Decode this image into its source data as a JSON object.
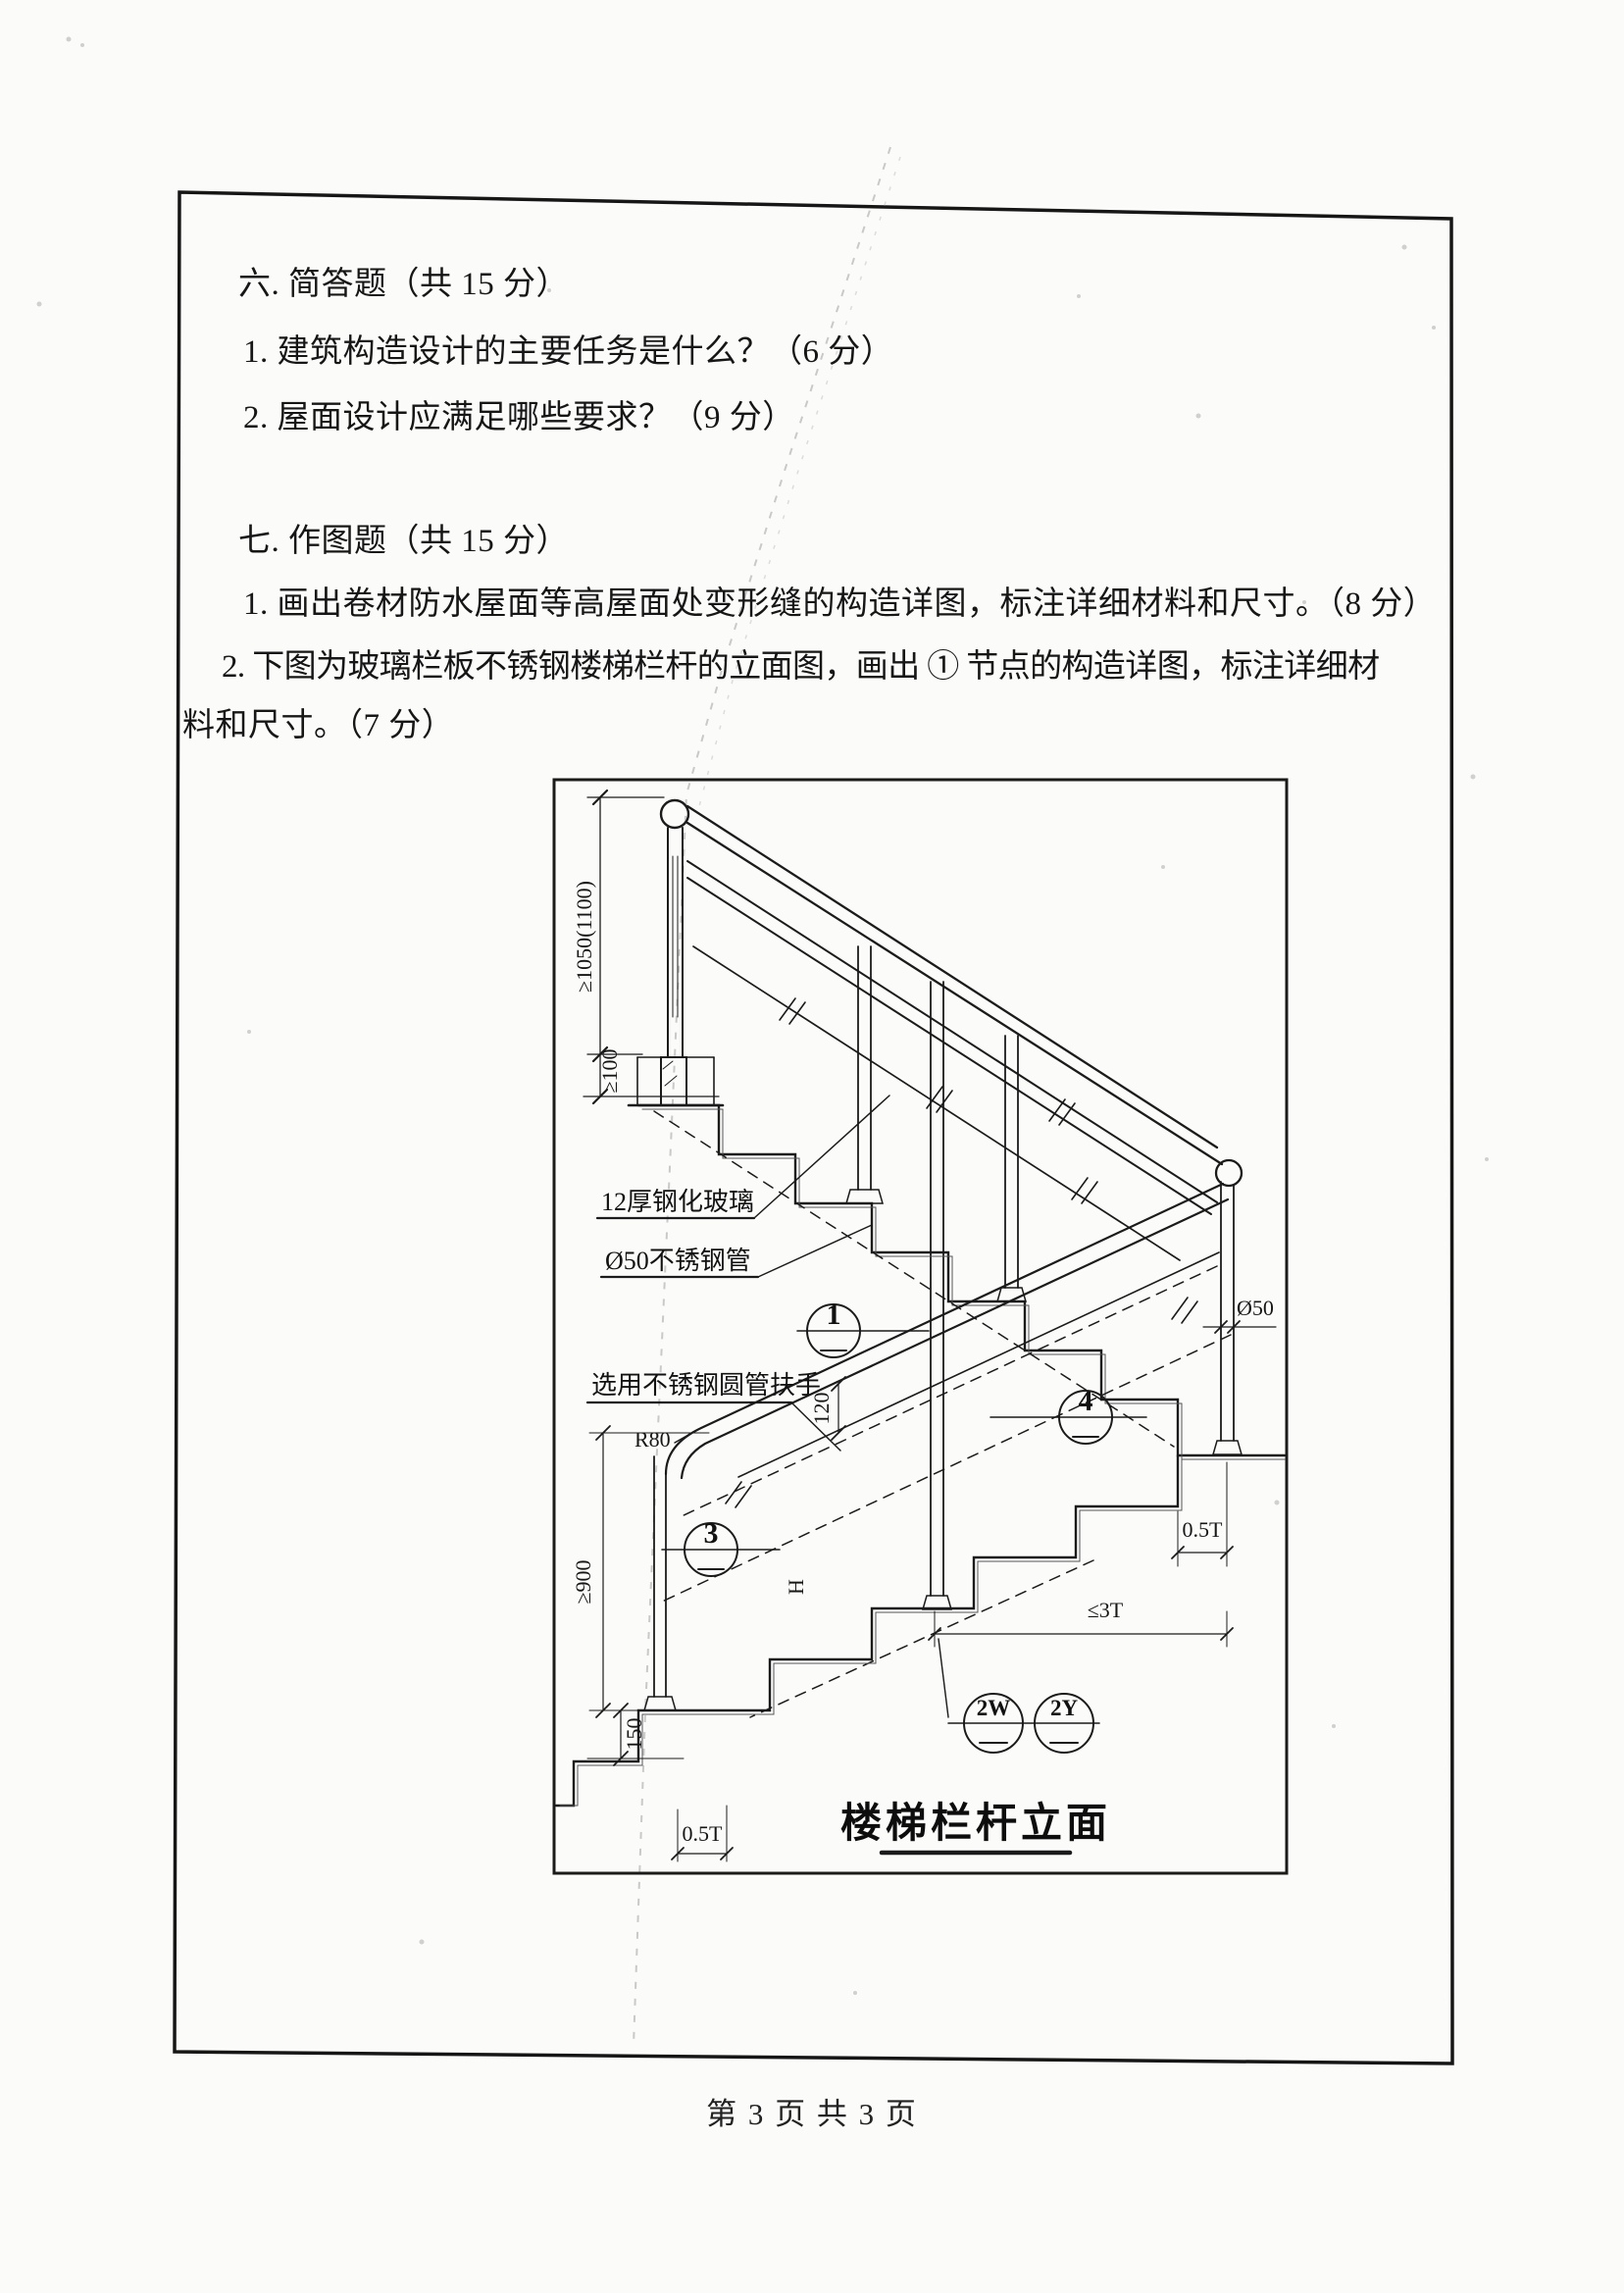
{
  "colors": {
    "ink": "#1b1b1b",
    "paper": "#fbfbfa"
  },
  "sections": {
    "h6": "六. 简答题（共 15 分）",
    "q61": "1. 建筑构造设计的主要任务是什么？（6 分）",
    "q62": "2. 屋面设计应满足哪些要求？（9 分）",
    "h7": "七. 作图题（共 15 分）",
    "q71": "1. 画出卷材防水屋面等高屋面处变形缝的构造详图，标注详细材料和尺寸。（8 分）",
    "q72a": "2. 下图为玻璃栏板不锈钢楼梯栏杆的立面图，画出 ① 节点的构造详图，标注详细材",
    "q72b": "料和尺寸。（7 分）"
  },
  "figure": {
    "title": "楼梯栏杆立面",
    "labels": {
      "dim_total_height": "≥1050(1100)",
      "dim_embed": "≥100",
      "glass": "12厚钢化玻璃",
      "pipe": "Ø50不锈钢管",
      "handrail": "选用不锈钢圆管扶手",
      "radius": "R80",
      "dim_900": "≥900",
      "dim_150": "150",
      "dim_120": "120",
      "height_var": "H",
      "post_dia": "Ø50",
      "half_tread_right": "0.5T",
      "half_tread_left": "0.5T",
      "max_spacing": "≤3T"
    },
    "bubbles": {
      "node1": "1",
      "node3": "3",
      "node4": "4",
      "w": "2W",
      "y": "2Y"
    }
  },
  "page": {
    "footer": "第 3 页  共 3 页"
  }
}
